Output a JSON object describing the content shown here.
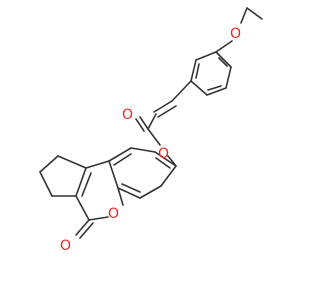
{
  "diagram": {
    "type": "skeletal-structure",
    "atoms": {
      "ether_oxygen": "O",
      "ester_carbonyl_oxygen": "O",
      "ester_oxygen": "O",
      "ring_oxygen": "O",
      "lactone_carbonyl_oxygen": "O"
    },
    "colors": {
      "bond": "#333333",
      "oxygen": "#e8281f",
      "background": "#ffffff"
    }
  }
}
